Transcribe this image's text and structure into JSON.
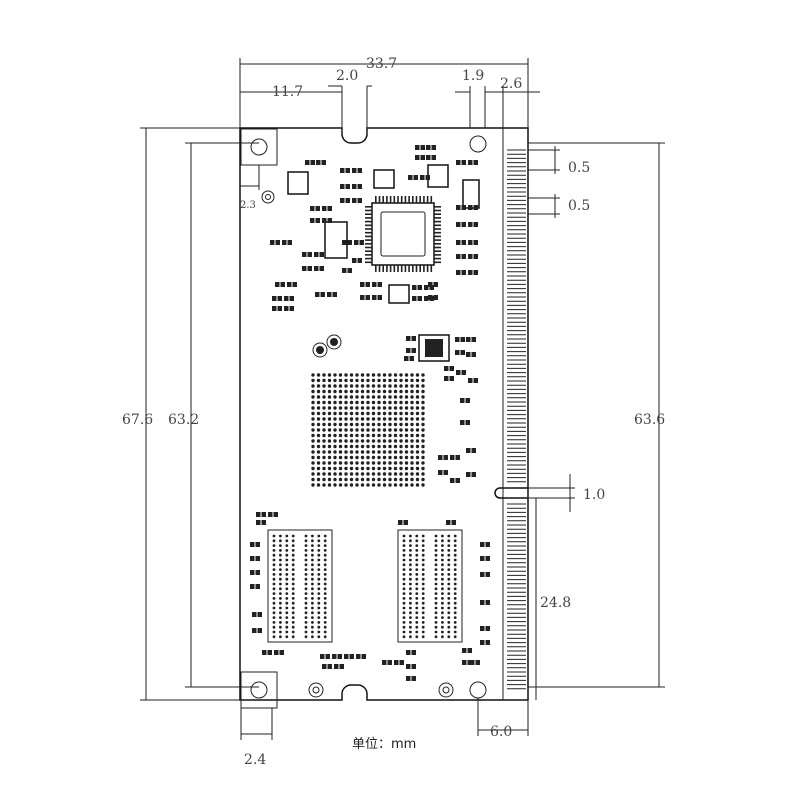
{
  "dimensions": {
    "overall_width": "33.7",
    "notch_width": "2.0",
    "notch_offset": "11.7",
    "hole_offset": "1.9",
    "connector_width": "2.6",
    "pin_pitch_a": "0.5",
    "pin_pitch_b": "0.5",
    "key_width": "1.0",
    "lower_connector_length": "24.8",
    "connector_height": "63.6",
    "hole_span": "63.2",
    "board_height": "67.6",
    "hole_x_offset": "2.3",
    "bottom_hole_offset": "2.4",
    "bottom_right_offset": "6.0"
  },
  "unit_note": "单位：mm",
  "colors": {
    "line": "#222222",
    "background": "#ffffff"
  }
}
